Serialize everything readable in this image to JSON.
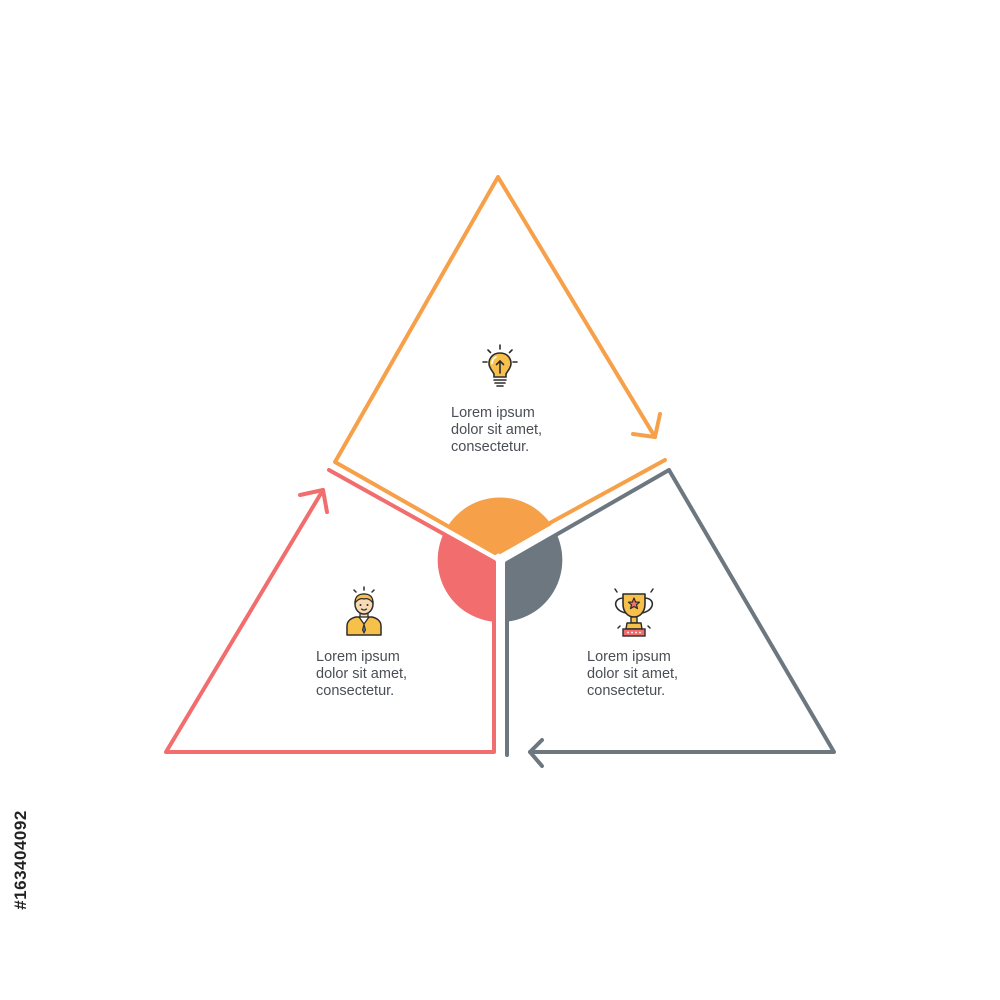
{
  "colors": {
    "orange": "#f7a04a",
    "coral": "#f26d6d",
    "slate": "#6c7780",
    "text": "#4a4f55",
    "background": "#ffffff"
  },
  "segments": [
    {
      "id": "top",
      "color": "orange",
      "icon": "lightbulb-icon",
      "lines": [
        "Lorem ipsum",
        "dolor sit amet,",
        "consectetur."
      ]
    },
    {
      "id": "left",
      "color": "coral",
      "icon": "person-icon",
      "lines": [
        "Lorem ipsum",
        "dolor sit amet,",
        "consectetur."
      ]
    },
    {
      "id": "right",
      "color": "slate",
      "icon": "trophy-icon",
      "lines": [
        "Lorem ipsum",
        "dolor sit amet,",
        "consectetur."
      ]
    }
  ],
  "watermark": {
    "stock_id": "#163404092"
  }
}
